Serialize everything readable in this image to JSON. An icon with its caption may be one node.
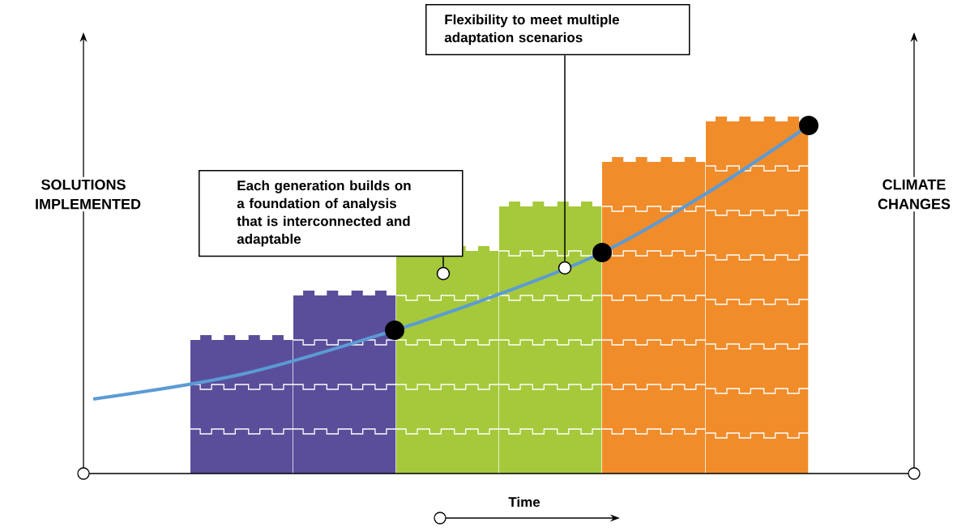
{
  "diagram": {
    "nodes": [
      {
        "text": [
          "Each generation builds on a foundation of analysis that is interconnected and adaptable"
        ]
      },
      {
        "text": [],
        "shape": "circle"
      },
      {
        "text": [
          "Flexibility to meet multiple adaptation scenarios"
        ]
      },
      {
        "text": [],
        "shape": "circle"
      }
    ],
    "edges": [
      {
        "from": 0,
        "to": 1,
        "arrow": "none"
      },
      {
        "from": 2,
        "to": 3,
        "arrow": "none"
      }
    ],
    "labels": [
      "SOLUTIONS IMPLEMENTED",
      "CLIMATE CHANGES",
      "Time"
    ]
  }
}
